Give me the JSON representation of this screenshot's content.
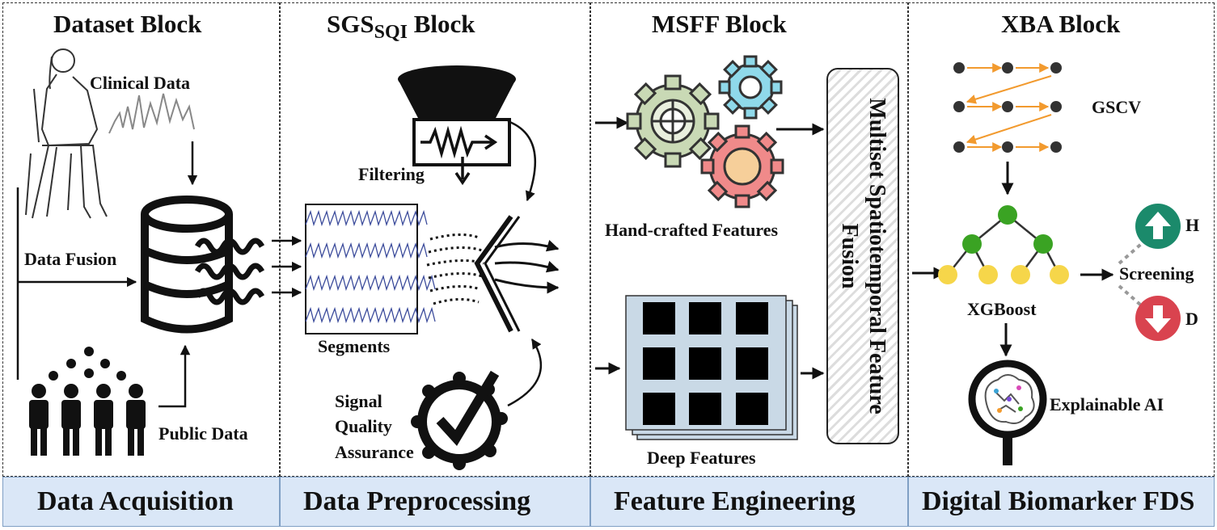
{
  "blocks": {
    "dataset": {
      "title": "Dataset Block",
      "footer": "Data Acquisition"
    },
    "sgs": {
      "title_main": "SGS",
      "title_sub": "SQI",
      "title_tail": " Block",
      "footer": "Data Preprocessing"
    },
    "msff": {
      "title": "MSFF Block",
      "footer": "Feature Engineering"
    },
    "xba": {
      "title": "XBA Block",
      "footer": "Digital Biomarker FDS"
    }
  },
  "labels": {
    "clinical_data": "Clinical Data",
    "data_fusion": "Data Fusion",
    "public_data": "Public Data",
    "filtering": "Filtering",
    "segments": "Segments",
    "sqa_line1": "Signal",
    "sqa_line2": "Quality",
    "sqa_line3": "Assurance",
    "hand_crafted": "Hand-crafted Features",
    "deep_features": "Deep Features",
    "fusion_text": "Multiset Spatiotemporal Feature Fusion",
    "gscv": "GSCV",
    "xgboost": "XGBoost",
    "screening": "Screening",
    "h": "H",
    "d": "D",
    "explainable_ai": "Explainable AI"
  },
  "colors": {
    "gear_green": "#c9d9b5",
    "gear_blue": "#8fd9ea",
    "gear_red": "#f08a8a",
    "gear_core": "#f6cf9a",
    "grid_bg": "#c9d9e6",
    "tree_green": "#3aa323",
    "tree_yellow": "#f6d64a",
    "up_teal": "#1b8a6b",
    "down_red": "#d9434f",
    "gscv_arrow": "#f29a2e",
    "footer_bg": "#dae7f7"
  },
  "icons": [
    "person-sitting-icon",
    "waveform-icon",
    "database-icon",
    "people-group-icon",
    "funnel-filter-icon",
    "resistor-icon",
    "signal-segments-icon",
    "wave-splitter-icon",
    "quality-badge-icon",
    "gear-icon",
    "feature-grid-icon",
    "gscv-grid-icon",
    "decision-tree-icon",
    "up-arrow-icon",
    "down-arrow-icon",
    "brain-magnifier-icon"
  ]
}
